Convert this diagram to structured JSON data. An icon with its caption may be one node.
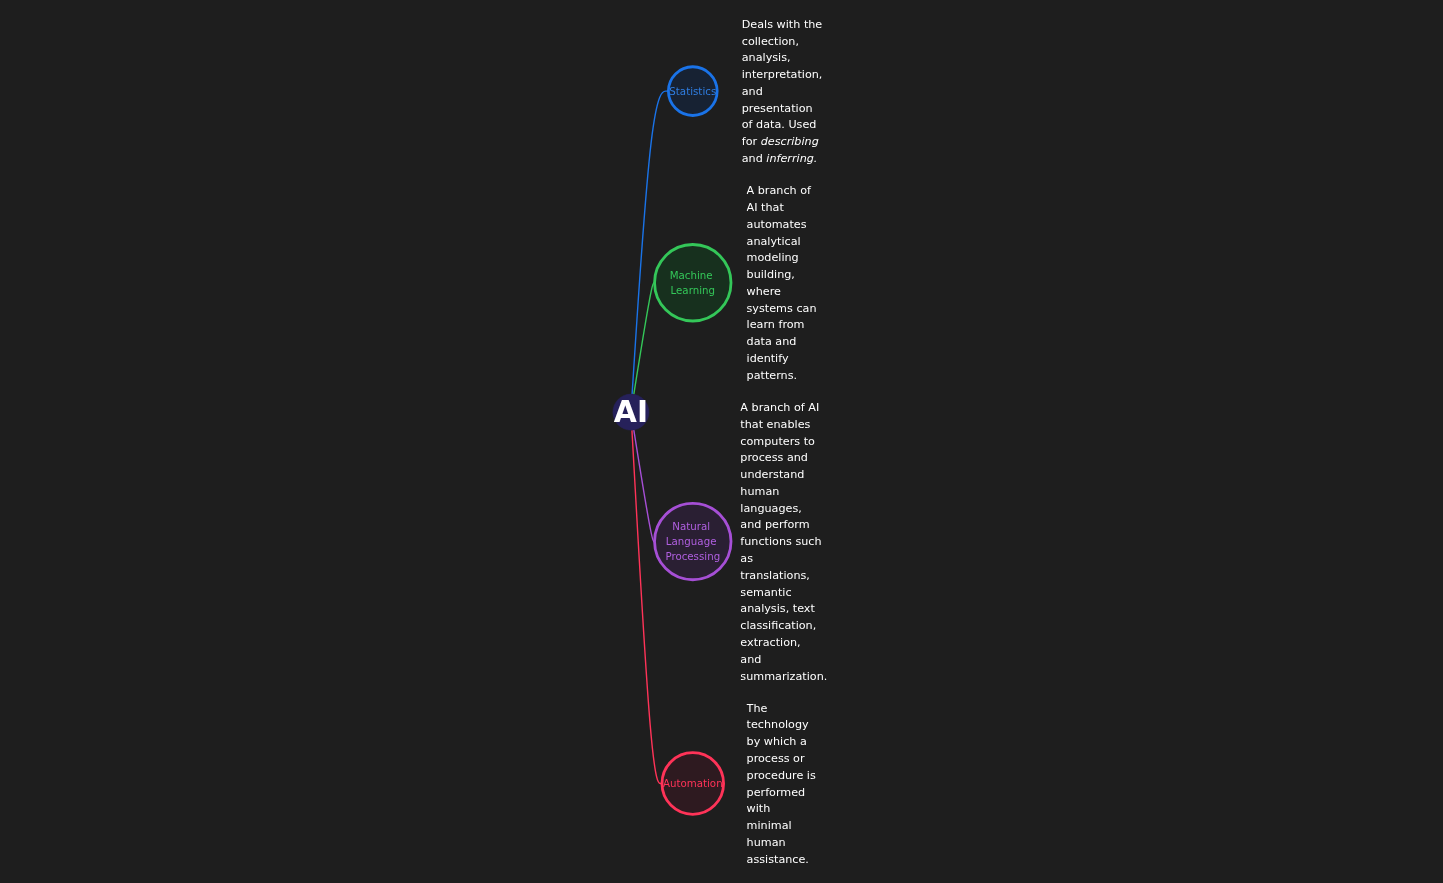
{
  "diagram": {
    "nodes": [
      {
        "text": [
          "AI"
        ]
      },
      {
        "text": [
          "Statistics"
        ],
        "beside": [
          "Deals with the collection, analysis, interpretation, and presentation of data. Used for *describing* and *inferring.*"
        ]
      },
      {
        "text": [
          "Machine Learning"
        ],
        "beside": [
          "A branch of AI that automates analytical modeling building, where systems can learn from data and identify patterns."
        ]
      },
      {
        "text": [
          "Natural Language Processing"
        ],
        "beside": [
          "A branch of AI that enables computers to process and understand human languages, and perform functions such as translations, semantic analysis, text classification, extraction, and summarization."
        ]
      },
      {
        "text": [
          "Automation"
        ],
        "beside": [
          "The technology by which a process or procedure is performed with minimal human assistance."
        ]
      }
    ],
    "edges": [
      {
        "from": 0,
        "to": 1,
        "arrow": "none",
        "color": "#1a73e8"
      },
      {
        "from": 0,
        "to": 2,
        "arrow": "none",
        "color": "#34c759"
      },
      {
        "from": 0,
        "to": 3,
        "arrow": "none",
        "color": "#a64fd6"
      },
      {
        "from": 0,
        "to": 4,
        "arrow": "none",
        "color": "#ff3358"
      }
    ]
  }
}
